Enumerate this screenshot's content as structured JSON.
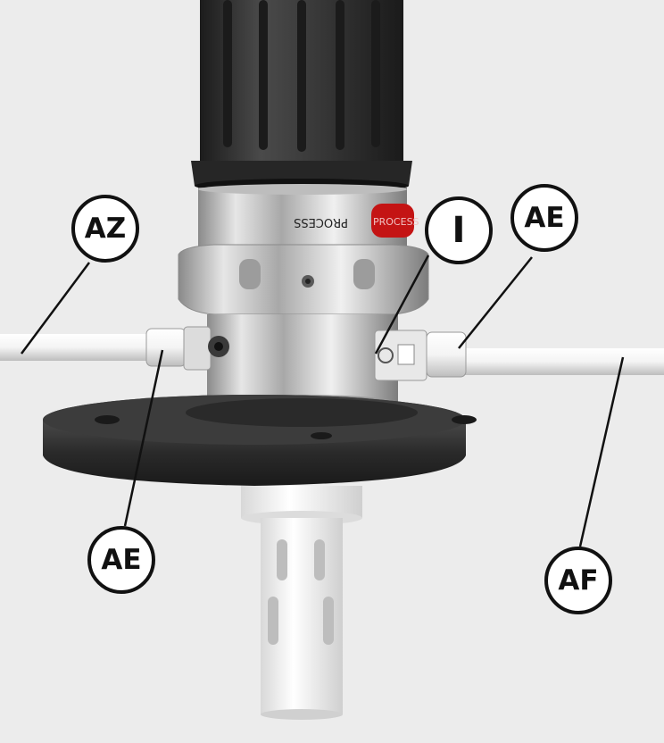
{
  "callouts": {
    "az": "AZ",
    "i": "I",
    "ae_top": "AE",
    "ae_bottom": "AE",
    "af": "AF"
  },
  "labels": {
    "process": "PROCESS",
    "badge": "PROCESS"
  },
  "colors": {
    "background": "#ececec",
    "housing": "#3a3a3a",
    "steel": "#c8c8c8",
    "flange": "#2e2e2e",
    "probe": "#f2f2f2",
    "badge": "#c41414"
  }
}
